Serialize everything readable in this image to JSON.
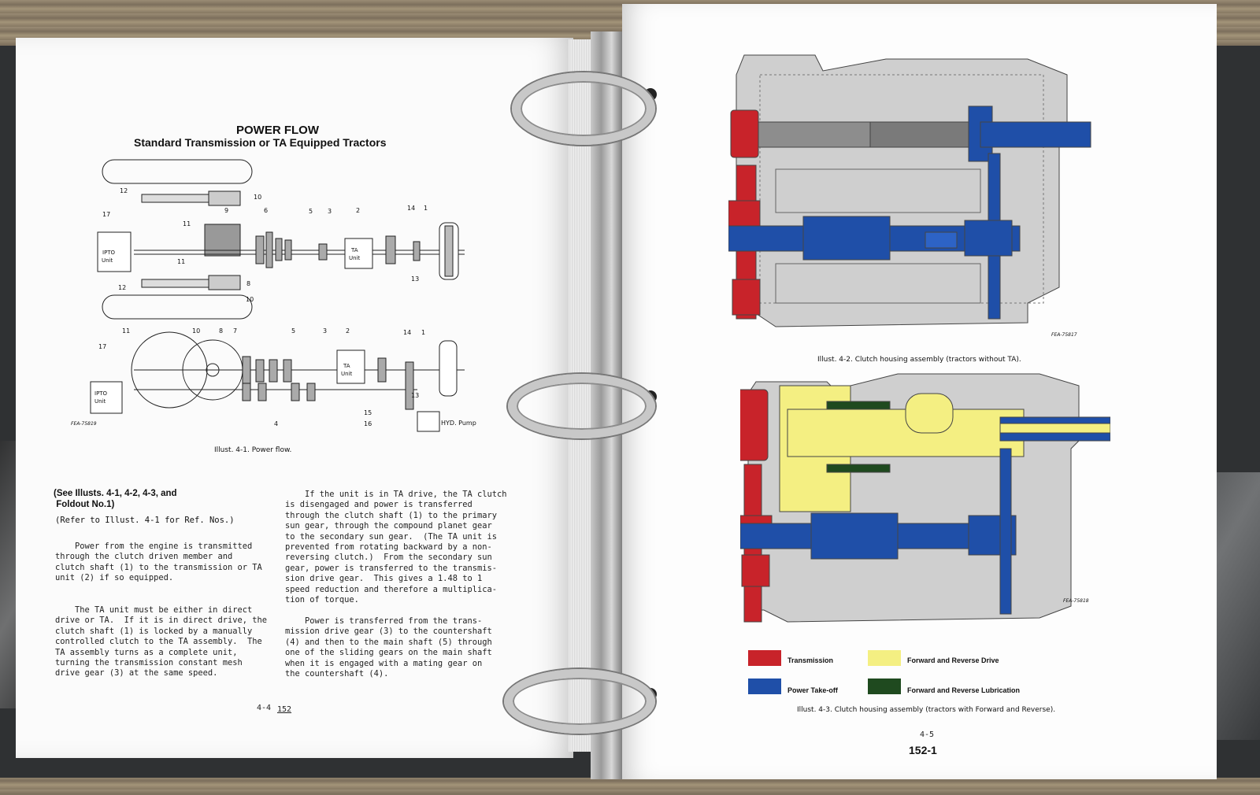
{
  "left_page": {
    "title": "POWER FLOW",
    "subtitle": "Standard Transmission or TA Equipped Tractors",
    "figure_caption": "Illust. 4-1.  Power flow.",
    "figure_code": "FEA-75819",
    "diagram_labels": {
      "ipto": "IPTO Unit",
      "ta": "TA Unit",
      "hyd": "HYD. Pump",
      "numbers": [
        "1",
        "2",
        "3",
        "4",
        "5",
        "6",
        "7",
        "8",
        "9",
        "10",
        "11",
        "12",
        "13",
        "14",
        "15",
        "16",
        "17"
      ]
    },
    "heading": "(See Illusts. 4-1, 4-2, 4-3, and\n Foldout No.1)",
    "subheading": "(Refer to Illust. 4-1 for Ref. Nos.)",
    "col1_p1": "    Power from the engine is transmitted\nthrough the clutch driven member and\nclutch shaft (1) to the transmission or TA\nunit (2) if so equipped.",
    "col1_p2": "    The TA unit must be either in direct\ndrive or TA.  If it is in direct drive, the\nclutch shaft (1) is locked by a manually\ncontrolled clutch to the TA assembly.  The\nTA assembly turns as a complete unit,\nturning the transmission constant mesh\ndrive gear (3) at the same speed.",
    "col2_p1": "    If the unit is in TA drive, the TA clutch\nis disengaged and power is transferred\nthrough the clutch shaft (1) to the primary\nsun gear, through the compound planet gear\nto the secondary sun gear.  (The TA unit is\nprevented from rotating backward by a non-\nreversing clutch.)  From the secondary sun\ngear, power is transferred to the transmis-\nsion drive gear.  This gives a 1.48 to 1\nspeed reduction and therefore a multiplica-\ntion of torque.",
    "col2_p2": "    Power is transferred from the trans-\nmission drive gear (3) to the countershaft\n(4) and then to the main shaft (5) through\none of the sliding gears on the main shaft\nwhen it is engaged with a mating gear on\nthe countershaft (4).",
    "page_number": "4-4",
    "page_ref": "152"
  },
  "right_page": {
    "figure1_caption": "Illust. 4-2.  Clutch housing assembly (tractors without TA).",
    "figure1_code": "FEA-75817",
    "figure2_code": "FEA-75818",
    "figure2_caption": "Illust. 4-3.  Clutch housing assembly (tractors with Forward and Reverse).",
    "legend": [
      {
        "label": "Transmission",
        "color": "#c8232a"
      },
      {
        "label": "Forward and Reverse Drive",
        "color": "#f4ef82"
      },
      {
        "label": "Power Take-off",
        "color": "#1f4fa8"
      },
      {
        "label": "Forward and Reverse Lubrication",
        "color": "#1f4a1f"
      }
    ],
    "page_number": "4-5",
    "page_ref": "152-1"
  },
  "colors": {
    "transmission": "#c8232a",
    "pto": "#1f4fa8",
    "fwd_rev": "#f4ef82",
    "lube": "#1f4a1f",
    "housing_grey": "#8a8a8a"
  }
}
